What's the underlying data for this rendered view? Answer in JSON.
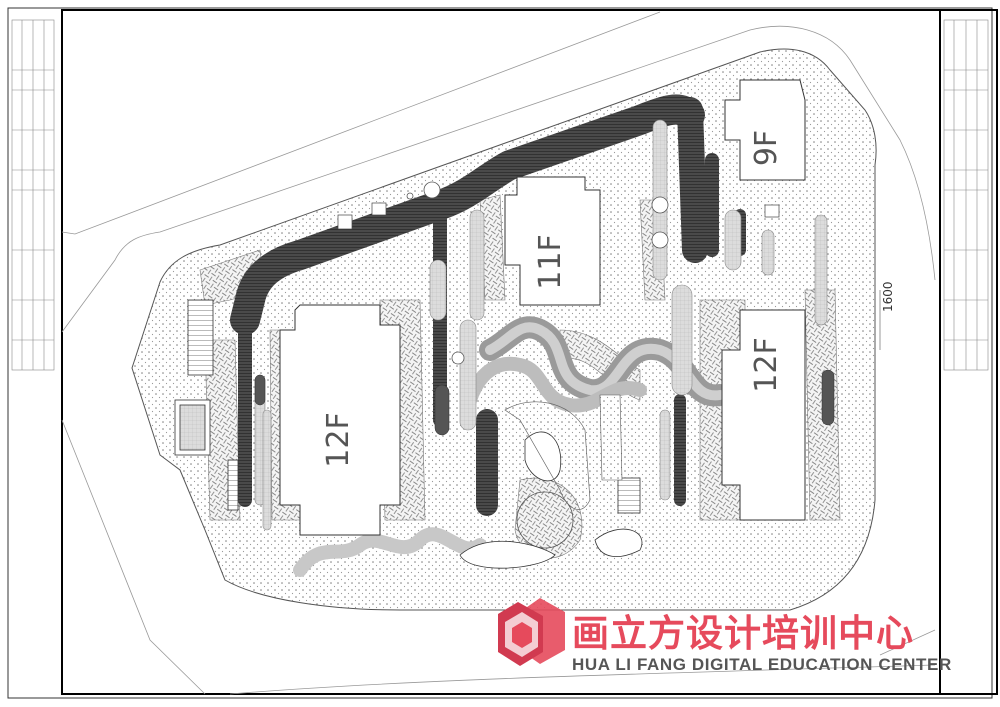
{
  "buildings": [
    {
      "label": "12F"
    },
    {
      "label": "11F"
    },
    {
      "label": "9F"
    },
    {
      "label": "12F"
    }
  ],
  "scale_text": "1600",
  "watermark": {
    "chinese": "画立方设计培训中心",
    "english": "HUA LI FANG DIGITAL EDUCATION CENTER",
    "brand_color": "#e64a5c"
  }
}
